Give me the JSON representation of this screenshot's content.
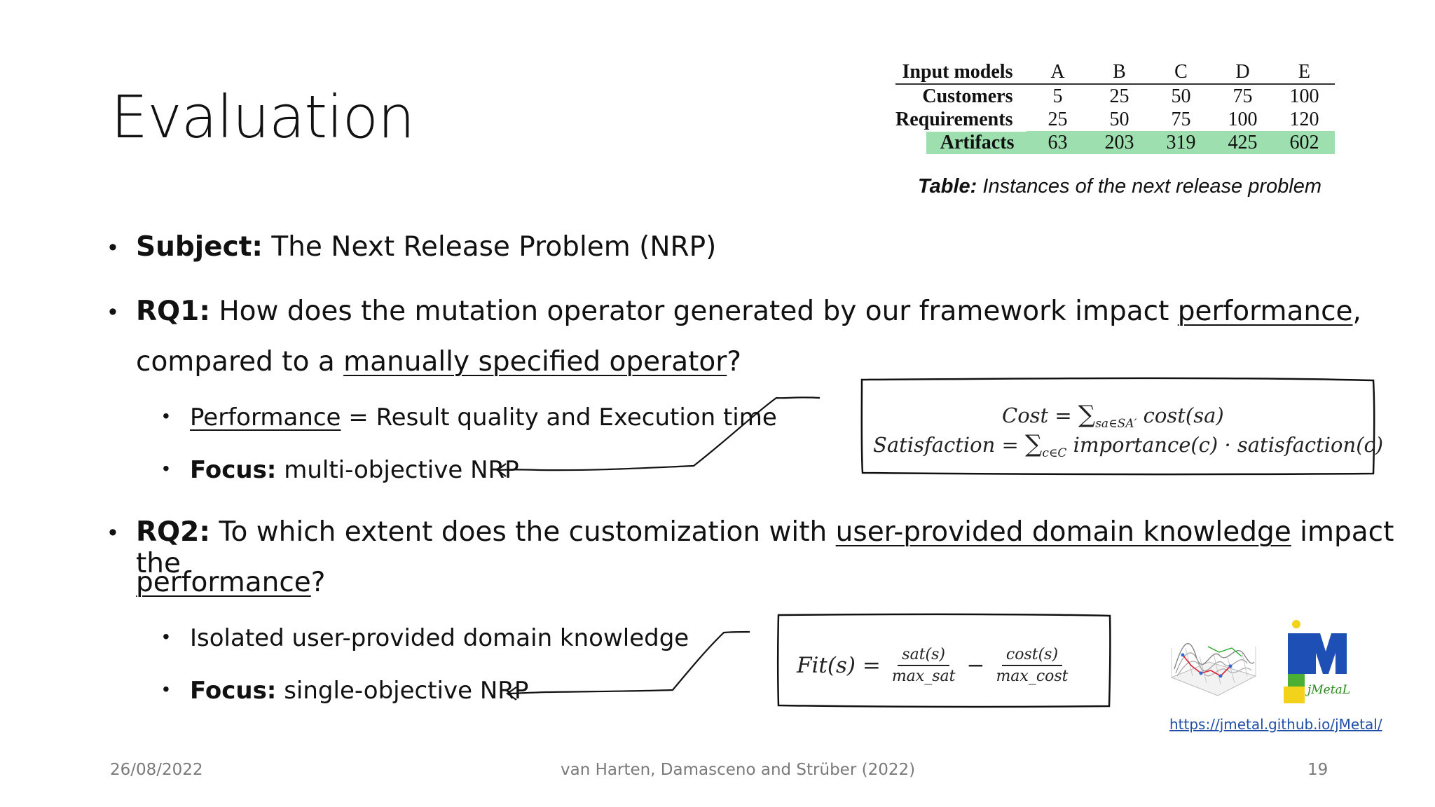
{
  "slide": {
    "title": "Evaluation",
    "subject": {
      "label": "Subject:",
      "text": " The Next Release Problem (NRP)"
    },
    "rq1": {
      "label": "RQ1:",
      "text_a": " How does the mutation operator generated by our framework impact ",
      "link_a": "performance",
      "text_b": ",",
      "text_c": "compared to a ",
      "link_b": "manually specified operator",
      "text_d": "?",
      "sub1": {
        "link": "Performance",
        "text": " = Result quality and Execution time"
      },
      "sub2": {
        "label": "Focus:",
        "text": " multi-objective NRP"
      }
    },
    "rq2": {
      "label": "RQ2:",
      "text_a": " To which extent does the customization with ",
      "link_a": "user-provided domain knowledge",
      "text_b": " impact the",
      "link_b": "performance",
      "text_c": "?",
      "sub1": {
        "text": "Isolated user-provided domain knowledge"
      },
      "sub2": {
        "label": "Focus:",
        "text": " single-objective NRP"
      }
    }
  },
  "table": {
    "header": [
      "Input models",
      "A",
      "B",
      "C",
      "D",
      "E"
    ],
    "rows": [
      {
        "label": "Customers",
        "values": [
          "5",
          "25",
          "50",
          "75",
          "100"
        ]
      },
      {
        "label": "Requirements",
        "values": [
          "25",
          "50",
          "75",
          "100",
          "120"
        ]
      },
      {
        "label": "Artifacts",
        "values": [
          "63",
          "203",
          "319",
          "425",
          "602"
        ]
      }
    ],
    "highlight_color": "#9edfaf",
    "caption_label": "Table:",
    "caption_text": " Instances of the next release problem"
  },
  "formula1": {
    "cost_lhs": "Cost = ",
    "cost_sum": "∑",
    "cost_sub": "sa∈SA′",
    "cost_rhs": " cost(sa)",
    "sat_lhs": "Satisfaction = ",
    "sat_sum": "∑",
    "sat_sub": "c∈C",
    "sat_rhs": " importance(c) · satisfaction(c)"
  },
  "formula2": {
    "lhs": "Fit(s) = ",
    "num1": "sat(s)",
    "den1": "max_sat",
    "minus": "−",
    "num2": "cost(s)",
    "den2": "max_cost"
  },
  "jmetal": {
    "logo_text": "jMetaL",
    "url": "https://jmetal.github.io/jMetal/"
  },
  "footer": {
    "date": "26/08/2022",
    "authors": "van Harten, Damasceno and Strüber (2022)",
    "page": "19"
  }
}
